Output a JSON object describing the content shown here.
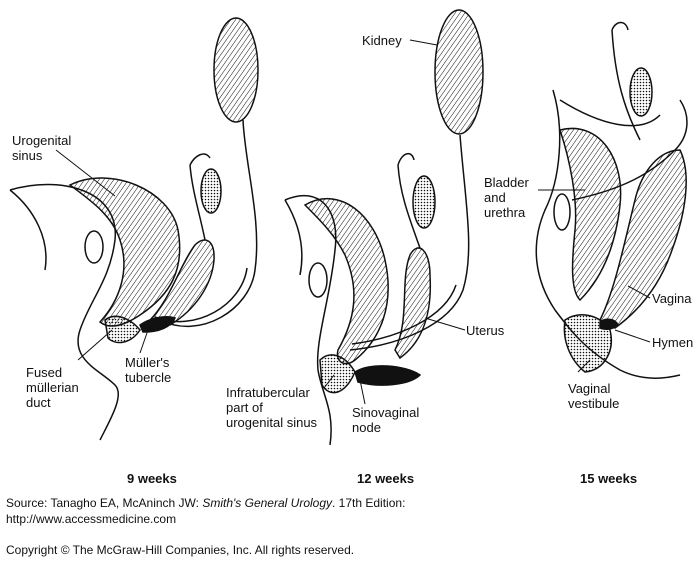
{
  "labels": {
    "urogenital_sinus": [
      "Urogenital",
      "sinus"
    ],
    "fused_mullerian_duct": [
      "Fused",
      "müllerian",
      "duct"
    ],
    "mullers_tubercle": [
      "Müller's",
      "tubercle"
    ],
    "kidney": "Kidney",
    "infratubercular": [
      "Infratubercular",
      "part of",
      "urogenital sinus"
    ],
    "sinovaginal_node": [
      "Sinovaginal",
      "node"
    ],
    "uterus": "Uterus",
    "bladder_urethra": [
      "Bladder",
      "and",
      "urethra"
    ],
    "vagina": "Vagina",
    "hymen": "Hymen",
    "vaginal_vestibule": [
      "Vaginal",
      "vestibule"
    ]
  },
  "stages": [
    "9 weeks",
    "12 weeks",
    "15 weeks"
  ],
  "source": {
    "prefix": "Source: Tanagho EA, McAninch JW: ",
    "book": "Smith's General Urology",
    "suffix": ". 17th Edition:",
    "url": "http://www.accessmedicine.com"
  },
  "copyright": "Copyright © The McGraw-Hill Companies, Inc. All rights reserved.",
  "colors": {
    "ink": "#111111",
    "paper": "#ffffff"
  }
}
